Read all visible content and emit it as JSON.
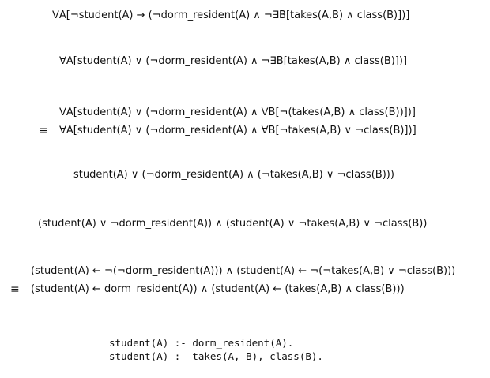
{
  "lines": [
    "∀A[¬student(A) → (¬dorm_resident(A) ∧ ¬∃B[takes(A,B) ∧ class(B)])]",
    "∀A[student(A) ∨ (¬dorm_resident(A) ∧ ¬∃B[takes(A,B) ∧ class(B)])]",
    "∀A[student(A) ∨ (¬dorm_resident(A) ∧ ∀B[¬(takes(A,B) ∧ class(B))])]",
    "∀A[student(A) ∨ (¬dorm_resident(A) ∧ ∀B[¬takes(A,B) ∨ ¬class(B)])]",
    "student(A) ∨ (¬dorm_resident(A) ∧ (¬takes(A,B) ∨ ¬class(B)))",
    "(student(A) ∨ ¬dorm_resident(A)) ∧ (student(A) ∨ ¬takes(A,B) ∨ ¬class(B))",
    "(student(A) ← ¬(¬dorm_resident(A))) ∧ (student(A) ← ¬(¬takes(A,B) ∨ ¬class(B)))",
    "(student(A) ← dorm_resident(A)) ∧ (student(A) ← (takes(A,B) ∧ class(B)))"
  ],
  "equiv_symbol": "≡",
  "code": [
    "student(A) :- dorm_resident(A).",
    "student(A) :- takes(A, B), class(B)."
  ]
}
